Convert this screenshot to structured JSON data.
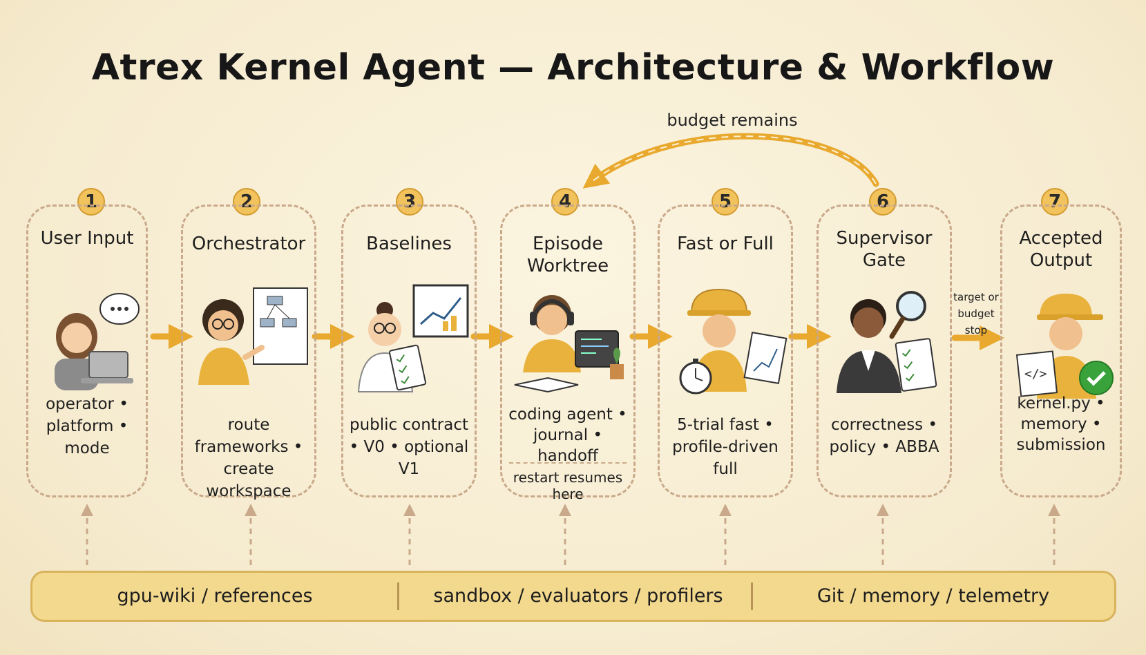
{
  "title": "Atrex Kernel Agent — Architecture & Workflow",
  "loop_label": "budget remains",
  "side_label": "target or budget stop",
  "colors": {
    "accent": "#f2c35c",
    "arrow": "#e8a92e",
    "border": "#c9a98a",
    "bar": "#f3d98e"
  },
  "stages": [
    {
      "num": "1",
      "title": "User Input",
      "desc": "operator • platform • mode",
      "icon": "user-laptop-icon"
    },
    {
      "num": "2",
      "title": "Orchestrator",
      "desc": "route frameworks • create workspace",
      "icon": "flowchart-icon"
    },
    {
      "num": "3",
      "title": "Baselines",
      "desc": "public contract • V0 • optional V1",
      "icon": "scientist-chart-icon"
    },
    {
      "num": "4",
      "title": "Episode Worktree",
      "desc": "coding agent • journal • handoff",
      "note": "restart resumes here",
      "icon": "coder-laptop-icon"
    },
    {
      "num": "5",
      "title": "Fast or Full",
      "desc": "5-trial fast • profile-driven full",
      "icon": "stopwatch-icon"
    },
    {
      "num": "6",
      "title": "Supervisor Gate",
      "desc": "correctness • policy • ABBA",
      "icon": "magnifier-checklist-icon"
    },
    {
      "num": "7",
      "title": "Accepted Output",
      "desc": "kernel.py • memory • submission",
      "icon": "code-check-icon"
    }
  ],
  "foundation": [
    "gpu-wiki / references",
    "sandbox / evaluators / profilers",
    "Git / memory / telemetry"
  ]
}
